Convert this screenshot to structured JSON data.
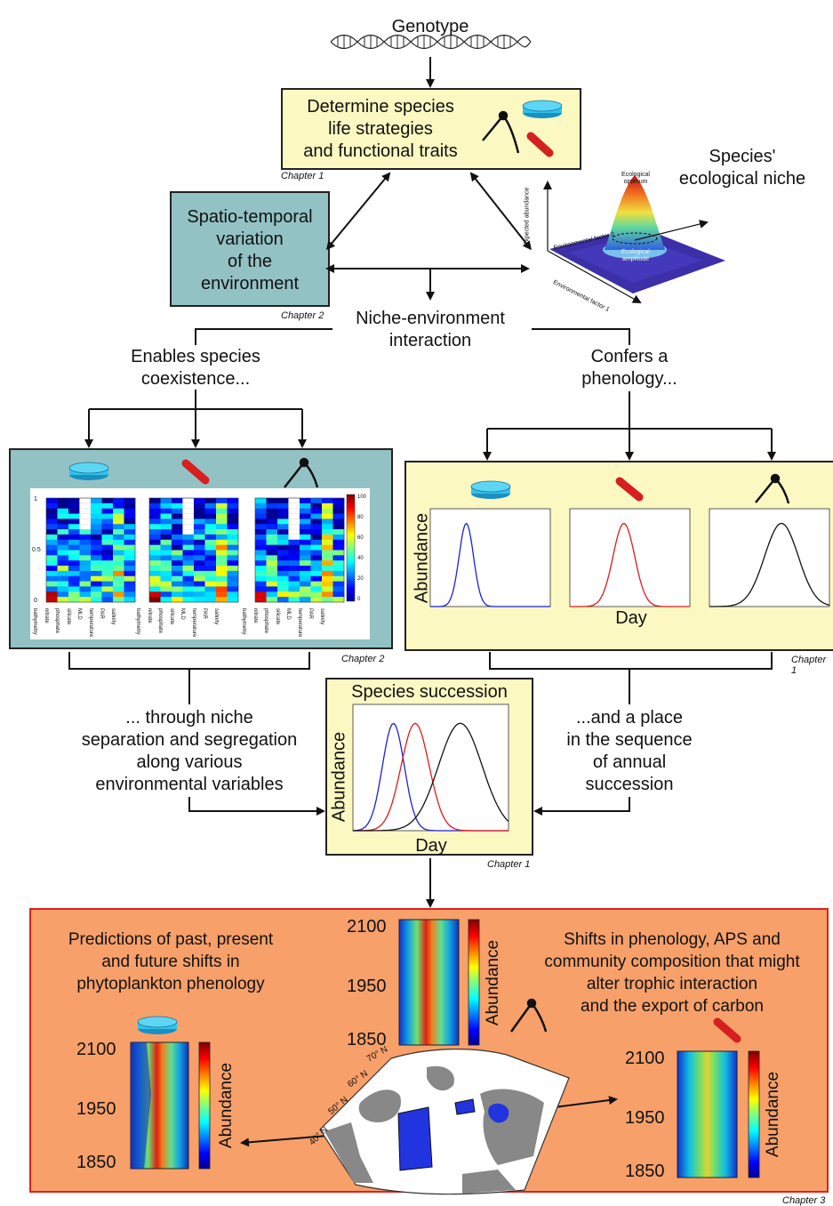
{
  "genotype": "Genotype",
  "traits_box": {
    "line1": "Determine species",
    "line2": "life strategies",
    "line3": "and functional traits",
    "chapter": "Chapter 1"
  },
  "niche": {
    "title_line1": "Species'",
    "title_line2": "ecological niche",
    "optimum_line1": "Ecological",
    "optimum_line2": "optimum",
    "amplitude_line1": "Ecological",
    "amplitude_line2": "amplitude",
    "axis_y": "Expected abundance",
    "axis_env1": "Environmental factor 1",
    "axis_env2": "Environmental factor 2"
  },
  "environment_box": {
    "line1": "Spatio-temporal",
    "line2": "variation",
    "line3": "of the",
    "line4": "environment",
    "chapter": "Chapter 2"
  },
  "interaction": {
    "line1": "Niche-environment",
    "line2": "interaction"
  },
  "coexistence": {
    "line1": "Enables species",
    "line2": "coexistence..."
  },
  "phenology": {
    "line1": "Confers a",
    "line2": "phenology..."
  },
  "heatmap_panel": {
    "chapter": "Chapter 2",
    "y_ticks": [
      "1",
      "0.5",
      "0"
    ],
    "colorbar_ticks": [
      "100",
      "80",
      "60",
      "40",
      "20",
      "0"
    ],
    "variables": [
      "bathymetry",
      "nitrate",
      "phosphate",
      "silicate",
      "MLD",
      "temperature",
      "PAR",
      "salinity"
    ]
  },
  "phenology_panel": {
    "chapter": "Chapter 1",
    "ylabel": "Abundance",
    "xlabel": "Day"
  },
  "niche_separation": {
    "line1": "... through niche",
    "line2": "separation and segregation",
    "line3": "along various",
    "line4": "environmental variables"
  },
  "annual_place": {
    "line1": "...and a place",
    "line2": "in the sequence",
    "line3": "of annual",
    "line4": "succession"
  },
  "succession": {
    "title": "Species succession",
    "ylabel": "Abundance",
    "xlabel": "Day",
    "chapter": "Chapter 1"
  },
  "predictions": {
    "left_line1": "Predictions of past, present",
    "left_line2": "and future shifts in",
    "left_line3": "phytoplankton phenology",
    "right_line1": "Shifts in phenology, APS and",
    "right_line2": "community composition that might",
    "right_line3": "alter trophic interaction",
    "right_line4": "and the export of carbon",
    "year_top": "2100",
    "year_mid": "1950",
    "year_bottom": "1850",
    "colorbar_label": "Abundance",
    "lat_70": "70° N",
    "lat_60": "60° N",
    "lat_50": "50° N",
    "lat_40": "40° N",
    "chapter": "Chapter 3"
  },
  "colors": {
    "traits_fill": "#fbf8c2",
    "teal_fill": "#93c2c5",
    "orange_fill": "#f7a06a",
    "orange_border": "#e02020",
    "diatom": "#2fc3ea",
    "rod": "#d61f1f",
    "curve_blue": "#1a22d8",
    "curve_red": "#e01a1a",
    "curve_black": "#111111"
  }
}
